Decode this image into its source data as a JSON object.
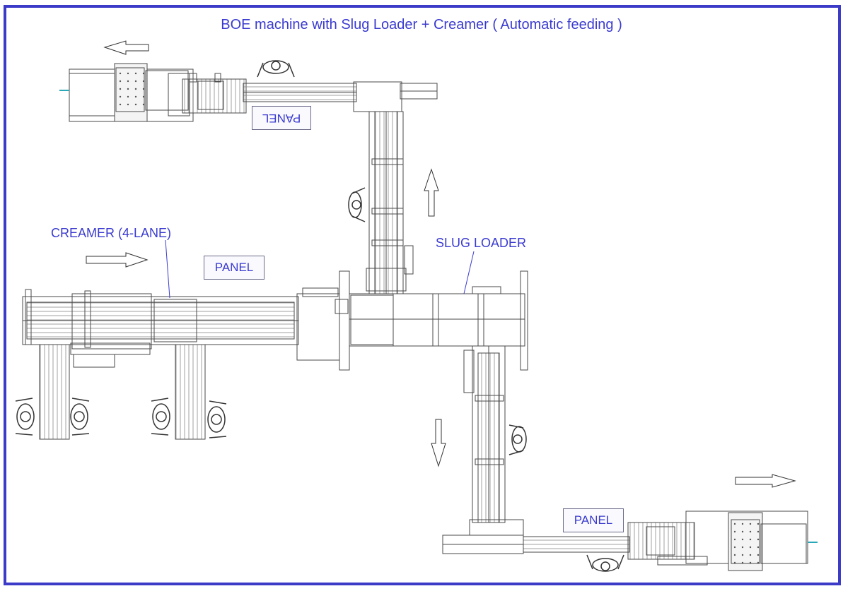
{
  "title": "BOE machine with Slug Loader + Creamer ( Automatic feeding )",
  "labels": {
    "creamer": "CREAMER (4-LANE)",
    "slug_loader": "SLUG LOADER"
  },
  "panels": {
    "top": "PANEL",
    "middle": "PANEL",
    "bottom": "PANEL"
  },
  "colors": {
    "frame": "#3b3bc8",
    "text": "#3a3ad0",
    "drawing": "#4a4a4a",
    "accent": "#2aa8b8"
  }
}
